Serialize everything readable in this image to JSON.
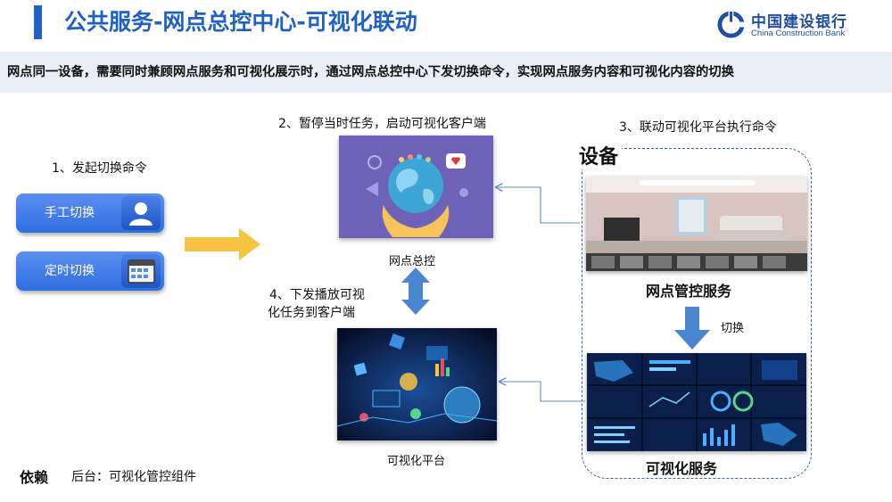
{
  "header": {
    "title": "公共服务-网点总控中心-可视化联动",
    "logo_cn": "中国建设银行",
    "logo_en": "China Construction Bank"
  },
  "banner": {
    "text": "网点同一设备，需要同时兼顾网点服务和可视化展示时，通过网点总控中心下发切换命令，实现网点服务内容和可视化内容的切换"
  },
  "steps": {
    "step1": "1、发起切换命令",
    "step2": "2、暂停当时任务，启动可视化客户端",
    "step3": "3、联动可视化平台执行命令",
    "step4_line1": "4、下发播放可视",
    "step4_line2": "化任务到客户端"
  },
  "buttons": {
    "manual": "手工切换",
    "timer": "定时切换"
  },
  "images": {
    "control_label": "网点总控",
    "platform_label": "可视化平台"
  },
  "device": {
    "title": "设备",
    "service_top": "网点管控服务",
    "switch_label": "切换",
    "service_bottom": "可视化服务"
  },
  "footer": {
    "title": "依赖",
    "text": "后台：可视化管控组件"
  },
  "colors": {
    "brand_blue": "#1f62c4",
    "arrow_blue": "#4a86cf",
    "arrow_yellow": "#f7c342",
    "banner_bg": "#e9eef6"
  }
}
